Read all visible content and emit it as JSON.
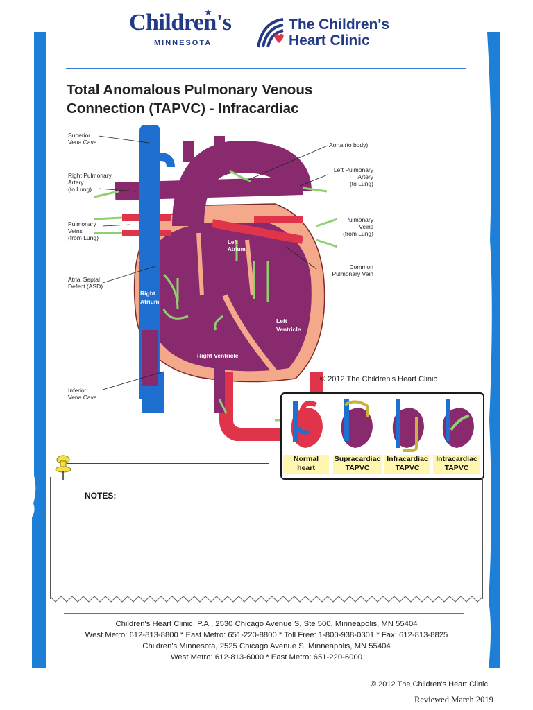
{
  "header": {
    "left_logo_name": "Children's",
    "left_logo_sub": "MINNESOTA",
    "right_logo_line1": "The Children's",
    "right_logo_line2": "Heart Clinic"
  },
  "title_line1": "Total Anomalous Pulmonary Venous",
  "title_line2": "Connection (TAPVC) - Infracardiac",
  "diagram_labels": {
    "svc": [
      "Superior",
      "Vena Cava"
    ],
    "rpa": [
      "Right Pulmonary",
      "Artery",
      "(to Lung)"
    ],
    "pv_left": [
      "Pulmonary",
      "Veins",
      "(from Lung)"
    ],
    "asd": [
      "Atrial Septal",
      "Defect (ASD)"
    ],
    "ivc": [
      "Inferior",
      "Vena Cava"
    ],
    "aorta": "Aorta (to body)",
    "lpa": [
      "Left Pulmonary",
      "Artery",
      "(to Lung)"
    ],
    "pv_right": [
      "Pulmonary",
      "Veins",
      "(from Lung)"
    ],
    "cpv": [
      "Common",
      "Pulmonary Vein"
    ],
    "left_atrium": [
      "Left",
      "Atrium"
    ],
    "right_atrium": [
      "Right",
      "Atrium"
    ],
    "left_ventricle": [
      "Left",
      "Ventricle"
    ],
    "right_ventricle": "Right Ventricle"
  },
  "diagram_copyright": "© 2012 The Children's Heart Clinic",
  "comparison_panel": [
    {
      "line1": "Normal",
      "line2": "heart"
    },
    {
      "line1": "Supracardiac",
      "line2": "TAPVC"
    },
    {
      "line1": "Infracardiac",
      "line2": "TAPVC"
    },
    {
      "line1": "Intracardiac",
      "line2": "TAPVC"
    }
  ],
  "notes_label": "NOTES:",
  "footer": {
    "line1": "Children's Heart Clinic, P.A., 2530 Chicago Avenue S, Ste 500, Minneapolis, MN  55404",
    "line2": "West Metro: 612-813-8800 *  East Metro: 651-220-8800 * Toll Free: 1-800-938-0301 * Fax: 612-813-8825",
    "line3": "Children's Minnesota, 2525 Chicago Avenue S, Minneapolis, MN 55404",
    "line4": "West Metro: 612-813-6000 * East Metro: 651-220-6000"
  },
  "bottom_copyright": "© 2012 The Children's Heart Clinic",
  "reviewed": "Reviewed March 2019",
  "colors": {
    "brand_blue": "#233a86",
    "accent_blue": "#1e7fd6",
    "heart_red": "#e0344a",
    "heart_purple": "#8a2a6e",
    "vein_blue": "#1f6fd0",
    "pericardium": "#f3a98a"
  }
}
